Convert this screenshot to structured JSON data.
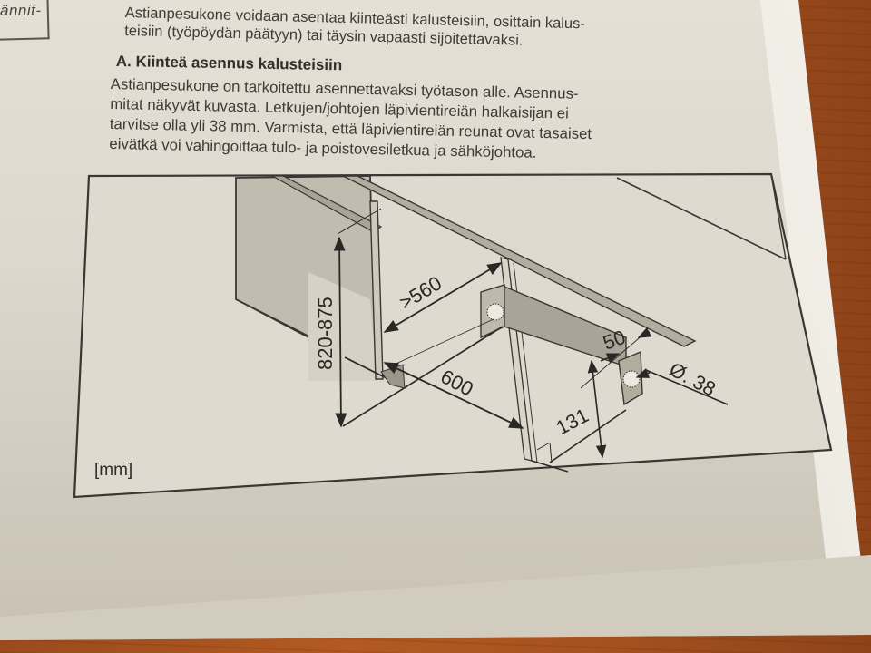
{
  "background": {
    "surface": "wood-table",
    "color": "#a4511f"
  },
  "page": {
    "paper_color": "#dcd8cd",
    "previous_section_fragment": "ännit-",
    "intro_lines": [
      "Astianpesukone voidaan asentaa kiinteästi kalusteisiin, osittain kalus-",
      "teisiin (työpöydän päätyyn) tai täysin vapaasti sijoitettavaksi."
    ],
    "section_heading": "A. Kiinteä asennus kalusteisiin",
    "paragraph_lines": [
      "Astianpesukone on tarkoitettu asennettavaksi työtason alle. Asennus-",
      "mitat näkyvät kuvasta. Letkujen/johtojen läpivientireiän halkaisijan ei",
      "tarvitse olla yli 38 mm. Varmista, että läpivientireiän reunat ovat tasaiset",
      "eivätkä voi vahingoittaa tulo- ja poistovesiletkua ja sähköjohtoa."
    ]
  },
  "diagram": {
    "description": "Isometric installation diagram of dishwasher niche under countertop",
    "unit_label": "[mm]",
    "dimensions": {
      "height": "820-875",
      "width": ">560",
      "depth": "600",
      "hole_offset_side": "50",
      "hole_height": "131",
      "hole_diameter": "Ø. 38"
    },
    "line_color": "#2e2b27",
    "panel_fill": "#b8b2a6"
  }
}
